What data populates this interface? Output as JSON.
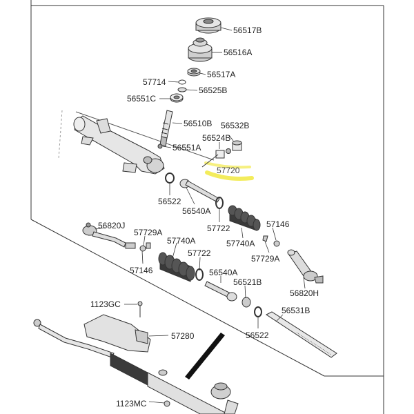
{
  "diagram": {
    "part_labels": [
      "56517B",
      "56516A",
      "56517A",
      "57714",
      "56525B",
      "56551C",
      "56510B",
      "56532B",
      "56524B",
      "56551A",
      "57720",
      "56522",
      "56540A",
      "57722",
      "57740A",
      "57146",
      "56820J",
      "57729A",
      "57740A",
      "57722",
      "57729A",
      "57146",
      "56540A",
      "56521B",
      "56820H",
      "1123GC",
      "56531B",
      "57280",
      "56522",
      "1123MC"
    ],
    "highlight_color": "#f2ea4a"
  }
}
